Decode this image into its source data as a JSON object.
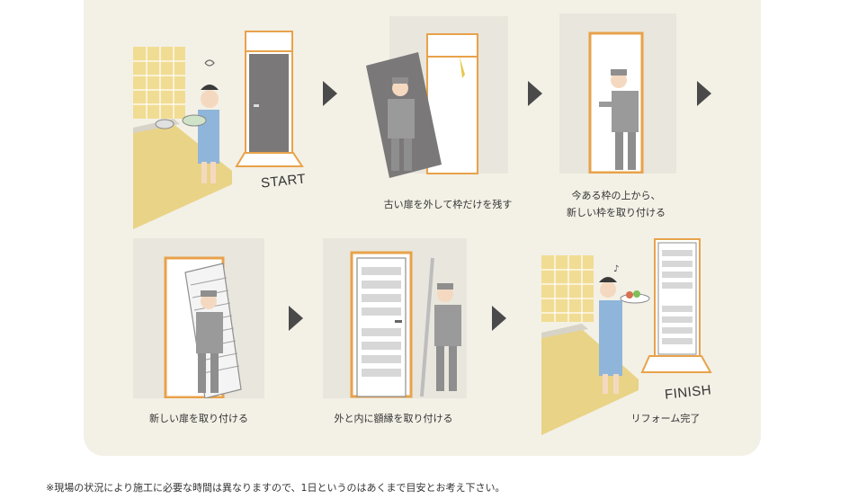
{
  "steps": [
    {
      "caption": "",
      "tag": "START"
    },
    {
      "caption": "古い扉を外して枠だけを残す"
    },
    {
      "caption_line1": "今ある枠の上から、",
      "caption_line2": "新しい枠を取り付ける"
    },
    {
      "caption": "新しい扉を取り付ける"
    },
    {
      "caption": "外と内に額縁を取り付ける"
    },
    {
      "caption": "リフォーム完了",
      "tag": "FINISH"
    }
  ],
  "note": "※現場の状況により施工に必要な時間は異なりますので、1日というのはあくまで目安とお考え下さい。",
  "colors": {
    "panel": "#f3f0e6",
    "door_dark": "#7a7878",
    "frame": "#e8a24a",
    "tile": "#f1dc93",
    "counter": "#e9d386",
    "worker": "#8e8e8e",
    "wall": "#e9e6dd"
  }
}
